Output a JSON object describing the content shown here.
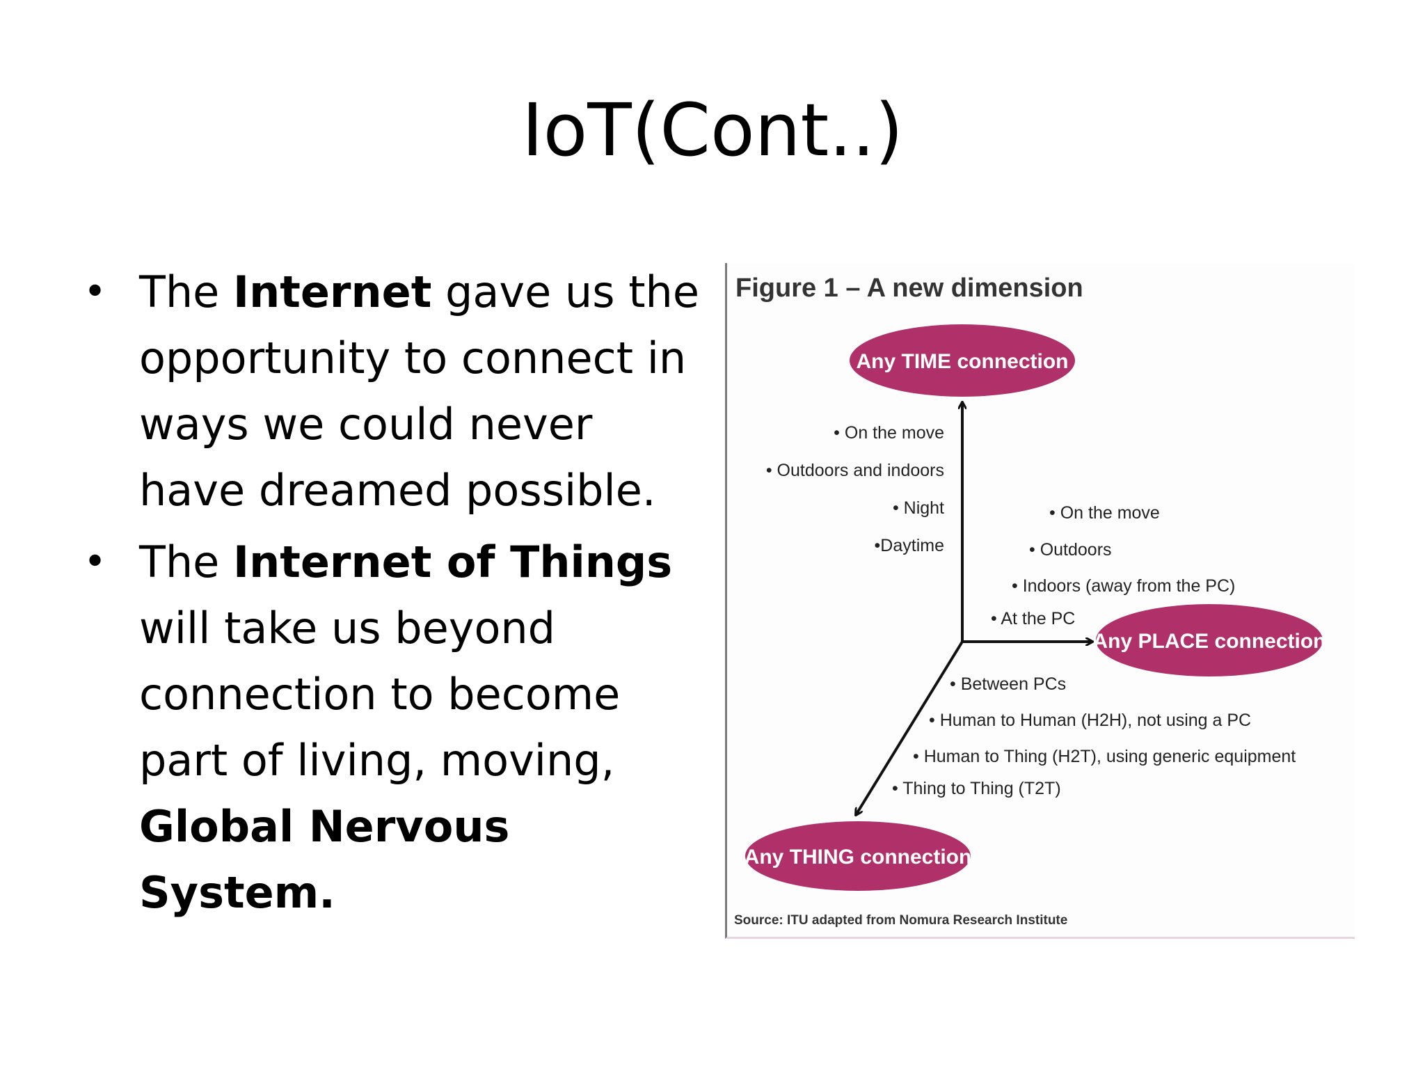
{
  "slide": {
    "title": "IoT(Cont..)"
  },
  "bullets": [
    {
      "dot": "•",
      "parts": [
        {
          "text": "The ",
          "bold": false
        },
        {
          "text": "Internet",
          "bold": true
        },
        {
          "text": " gave us the opportunity to connect in ways we could never have dreamed possible.",
          "bold": false
        }
      ]
    },
    {
      "dot": "•",
      "parts": [
        {
          "text": "The ",
          "bold": false
        },
        {
          "text": "Internet of Things",
          "bold": true
        },
        {
          "text": " will take us beyond connection to become part of living, moving, ",
          "bold": false
        },
        {
          "text": "Global Nervous System.",
          "bold": true
        }
      ]
    }
  ],
  "figure": {
    "title": "Figure 1 – A new dimension",
    "accent_color": "#b0306a",
    "time_label": "Any TIME connection",
    "place_label": "Any PLACE connection",
    "thing_label": "Any THING connection",
    "time_items": [
      "• On the move",
      "• Outdoors and indoors",
      "• Night",
      "•Daytime"
    ],
    "place_items": [
      "• On the move",
      "• Outdoors",
      "• Indoors (away from the PC)",
      "• At the PC"
    ],
    "thing_items": [
      "• Between PCs",
      "• Human to Human (H2H), not using a PC",
      "• Human to Thing (H2T), using generic equipment",
      "• Thing to Thing (T2T)"
    ],
    "source": "Source: ITU adapted from Nomura Research Institute"
  }
}
